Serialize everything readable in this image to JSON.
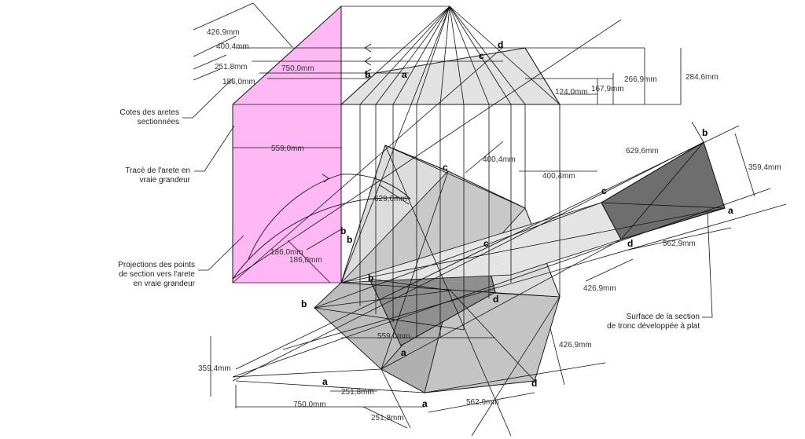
{
  "annotations": {
    "cotes": [
      "Cotes des aretes",
      "sectionnées"
    ],
    "trace": [
      "Tracé de l'arete en",
      "vraie grandeur"
    ],
    "projections": [
      "Projections des points",
      "de section vers l'arete",
      "en vraie grandeur"
    ],
    "surface": [
      "Surface de la section",
      "de tronc développée à plat"
    ]
  },
  "dimensions": {
    "d_426_9": "426,9mm",
    "d_400_4": "400,4mm",
    "d_251_8": "251,8mm",
    "d_186_0": "186,0mm",
    "d_750_0": "750,0mm",
    "d_559_0": "559,0mm",
    "d_629_6": "629,6mm",
    "d_284_6": "284,6mm",
    "d_266_9": "266,9mm",
    "d_167_9": "167,9mm",
    "d_124_0": "124,0mm",
    "d_359_4": "359,4mm",
    "d_562_9": "562,9mm"
  },
  "points": {
    "a": "a",
    "b": "b",
    "c": "c",
    "d": "d"
  },
  "colors": {
    "pink": "#ffb8f4",
    "pink_stroke": "#7a2a70",
    "light": "#e6e6e6",
    "mid": "#bdbdbd",
    "dark": "#8a8a8a",
    "darker": "#6e6e6e",
    "line": "#111111"
  }
}
